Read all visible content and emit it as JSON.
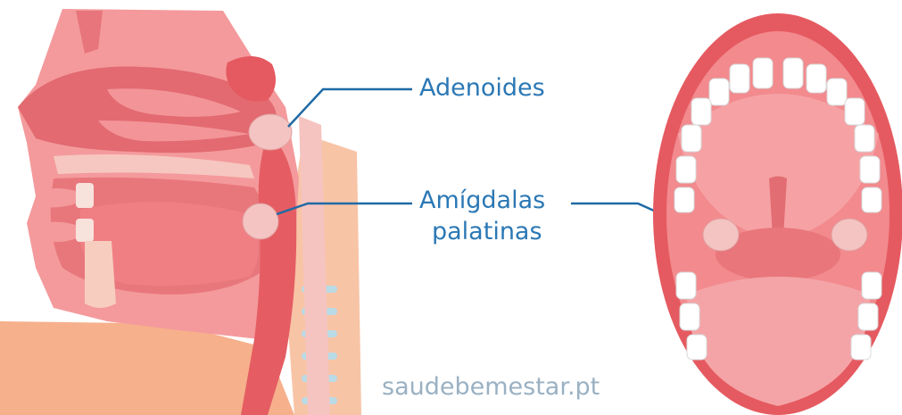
{
  "labels": {
    "adenoides": "Adenoides",
    "amigdalas_line1": "Amígdalas",
    "amigdalas_line2": "palatinas"
  },
  "watermark": "saudebemestar.pt",
  "colors": {
    "tissue": "#f2868a",
    "tissue_light": "#f7a7aa",
    "tissue_dark": "#e2595f",
    "skin": "#f6b08c",
    "tonsil": "#f3c4c2",
    "teeth": "#ffffff",
    "teeth_shadow": "#d8d8d8",
    "leader_line": "#1f6aa5",
    "label_text": "#2b78b5",
    "watermark": "#9ab1c3",
    "cartilage": "#b9dbe6"
  }
}
